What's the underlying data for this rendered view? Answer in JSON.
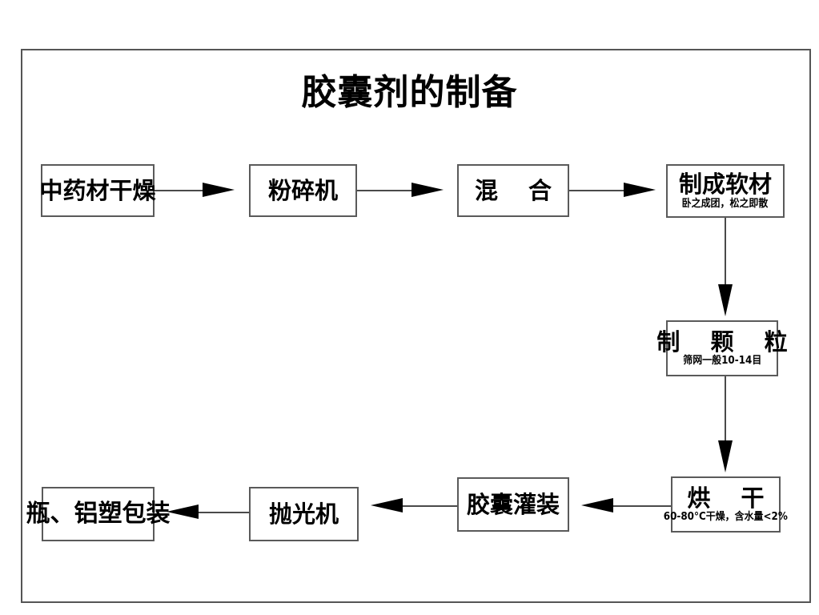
{
  "diagram": {
    "title": "胶囊剂的制备",
    "frame": {
      "border_color": "#555555"
    },
    "nodes": [
      {
        "id": "drying",
        "label": "中药材干燥",
        "sub": ""
      },
      {
        "id": "pulverizer",
        "label": "粉碎机",
        "sub": ""
      },
      {
        "id": "mixing",
        "label": "混  合",
        "sub": ""
      },
      {
        "id": "soft-mass",
        "label": "制成软材",
        "sub": "卧之成团，松之即散"
      },
      {
        "id": "granulation",
        "label": "制 颗 粒",
        "sub": "筛网一般10-14目"
      },
      {
        "id": "drying-oven",
        "label": "烘  干",
        "sub": "60-80°C干燥，含水量<2%"
      },
      {
        "id": "capsule-fill",
        "label": "胶囊灌装",
        "sub": ""
      },
      {
        "id": "polisher",
        "label": "抛光机",
        "sub": ""
      },
      {
        "id": "packaging",
        "label": "瓶、铝塑包装",
        "sub": ""
      }
    ],
    "flow_sequence": [
      "中药材干燥",
      "粉碎机",
      "混  合",
      "制成软材",
      "制 颗 粒",
      "烘  干",
      "胶囊灌装",
      "抛光机",
      "瓶、铝塑包装"
    ],
    "colors": {
      "line": "#4a4a4a",
      "arrow": "#000000",
      "box_border": "#5a5a5a",
      "text": "#000000",
      "background": "#ffffff"
    }
  }
}
